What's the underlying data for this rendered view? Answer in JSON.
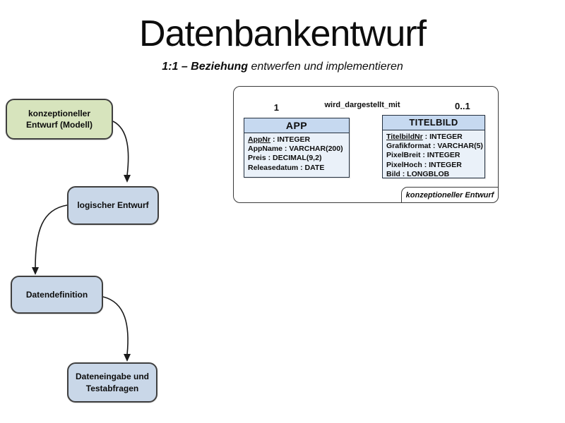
{
  "slide": {
    "title": "Datenbankentwurf",
    "subtitle": {
      "emphasis": "1:1 – Beziehung",
      "rest": " entwerfen und implementieren"
    }
  },
  "flowchart": {
    "steps": [
      {
        "label": "konzeptioneller Entwurf (Modell)"
      },
      {
        "label": "logischer Entwurf"
      },
      {
        "label": "Datendefinition"
      },
      {
        "label": "Dateneingabe und Testabfragen"
      }
    ]
  },
  "er_diagram": {
    "relationship": {
      "name": "wird_dargestellt_mit",
      "cardinality_left": "1",
      "cardinality_right": "0..1"
    },
    "caption": "konzeptioneller Entwurf",
    "tables": [
      {
        "name": "APP",
        "attributes": [
          {
            "name": "AppNr",
            "rest": " : INTEGER",
            "pk": true
          },
          {
            "name": "AppName",
            "rest": " : VARCHAR(200)",
            "pk": false
          },
          {
            "name": "Preis",
            "rest": " : DECIMAL(9,2)",
            "pk": false
          },
          {
            "name": "Releasedatum",
            "rest": " : DATE",
            "pk": false
          }
        ]
      },
      {
        "name": "TITELBILD",
        "attributes": [
          {
            "name": "TitelbildNr",
            "rest": " : INTEGER",
            "pk": true
          },
          {
            "name": "Grafikformat",
            "rest": " : VARCHAR(5)",
            "pk": false
          },
          {
            "name": "PixelBreit",
            "rest": " : INTEGER",
            "pk": false
          },
          {
            "name": "PixelHoch",
            "rest": " : INTEGER",
            "pk": false
          },
          {
            "name": "Bild",
            "rest": " : LONGBLOB",
            "pk": false
          }
        ]
      }
    ]
  },
  "colors": {
    "concept_box_fill": "#d7e4bd",
    "process_box_fill": "#c9d7e8",
    "table_header_fill": "#c6d9f0",
    "table_body_fill": "#eaf1f9",
    "border": "#3f3f3f"
  }
}
